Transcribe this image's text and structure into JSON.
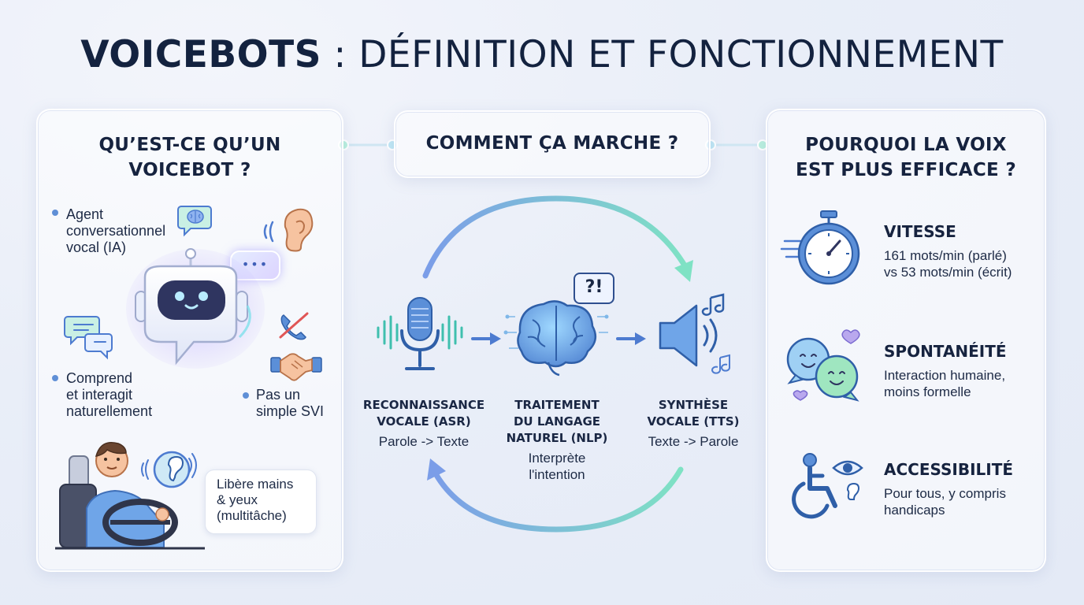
{
  "header": {
    "title_bold": "VOICEBOTS",
    "title_rest": " : DÉFINITION ET FONCTIONNEMENT"
  },
  "left": {
    "heading_line1": "QU’EST-CE QU’UN",
    "heading_line2": "VOICEBOT ?",
    "bullet1": [
      "Agent",
      "conversationnel",
      "vocal (IA)"
    ],
    "bullet2": [
      "Comprend",
      "et interagit",
      "naturellement"
    ],
    "bullet3": [
      "Pas un",
      "simple SVI"
    ],
    "bubble": [
      "Libère mains",
      "& yeux",
      "(multitâche)"
    ],
    "chat_dots": "•••"
  },
  "center": {
    "heading": "COMMENT ÇA MARCHE ?",
    "bubble_symbol": "?!",
    "steps": [
      {
        "title": [
          "RECONNAISSANCE",
          "VOCALE (ASR)"
        ],
        "sub": [
          "Parole -> Texte"
        ]
      },
      {
        "title": [
          "TRAITEMENT",
          "DU LANGAGE",
          "NATUREL (NLP)"
        ],
        "sub": [
          "Interprète",
          "l'intention"
        ]
      },
      {
        "title": [
          "SYNTHÈSE",
          "VOCALE (TTS)"
        ],
        "sub": [
          "Texte -> Parole"
        ]
      }
    ]
  },
  "right": {
    "heading_line1": "POURQUOI LA VOIX",
    "heading_line2": "EST PLUS EFFICACE ?",
    "features": [
      {
        "title": "VITESSE",
        "desc": [
          "161 mots/min (parlé)",
          "vs 53 mots/min (écrit)"
        ]
      },
      {
        "title": "SPONTANÉITÉ",
        "desc": [
          "Interaction humaine,",
          "moins formelle"
        ]
      },
      {
        "title": "ACCESSIBILITÉ",
        "desc": [
          "Pour tous, y compris",
          "handicaps"
        ]
      }
    ]
  },
  "colors": {
    "navy": "#13223f",
    "blue": "#5f8fd6",
    "teal": "#5fd0b8",
    "purple": "#8a7fe0"
  }
}
